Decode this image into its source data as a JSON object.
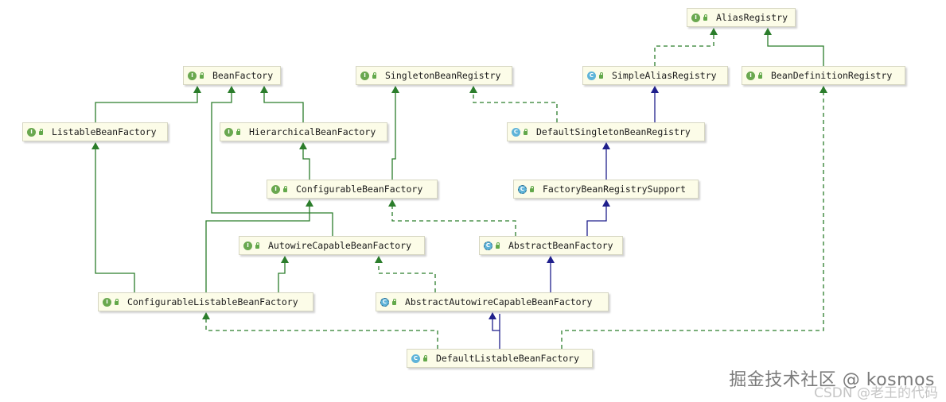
{
  "colors": {
    "extends_interface": "#2b7d2b",
    "implements": "#2b7d2b",
    "extends_class": "#1f1f8c",
    "node_fill": "#fcfce8"
  },
  "nodes": {
    "alias_registry": {
      "label": "AliasRegistry",
      "kind": "interface",
      "kind_letter": "I"
    },
    "bean_factory": {
      "label": "BeanFactory",
      "kind": "interface",
      "kind_letter": "I"
    },
    "singleton_bean_registry": {
      "label": "SingletonBeanRegistry",
      "kind": "interface",
      "kind_letter": "I"
    },
    "simple_alias_registry": {
      "label": "SimpleAliasRegistry",
      "kind": "class",
      "kind_letter": "C"
    },
    "bean_definition_registry": {
      "label": "BeanDefinitionRegistry",
      "kind": "interface",
      "kind_letter": "I"
    },
    "listable_bean_factory": {
      "label": "ListableBeanFactory",
      "kind": "interface",
      "kind_letter": "I"
    },
    "hierarchical_bean_factory": {
      "label": "HierarchicalBeanFactory",
      "kind": "interface",
      "kind_letter": "I"
    },
    "default_singleton_bean_registry": {
      "label": "DefaultSingletonBeanRegistry",
      "kind": "class",
      "kind_letter": "C"
    },
    "configurable_bean_factory": {
      "label": "ConfigurableBeanFactory",
      "kind": "interface",
      "kind_letter": "I"
    },
    "factory_bean_registry_support": {
      "label": "FactoryBeanRegistrySupport",
      "kind": "abstract",
      "kind_letter": "C"
    },
    "autowire_capable_bean_factory": {
      "label": "AutowireCapableBeanFactory",
      "kind": "interface",
      "kind_letter": "I"
    },
    "abstract_bean_factory": {
      "label": "AbstractBeanFactory",
      "kind": "abstract",
      "kind_letter": "C"
    },
    "configurable_listable_bean_factory": {
      "label": "ConfigurableListableBeanFactory",
      "kind": "interface",
      "kind_letter": "I"
    },
    "abstract_autowire_capable_bean_factory": {
      "label": "AbstractAutowireCapableBeanFactory",
      "kind": "abstract",
      "kind_letter": "C"
    },
    "default_listable_bean_factory": {
      "label": "DefaultListableBeanFactory",
      "kind": "class",
      "kind_letter": "C"
    }
  },
  "watermark": {
    "line1": "掘金技术社区 @ kosmos",
    "line2": "CSDN @老王的代码"
  }
}
